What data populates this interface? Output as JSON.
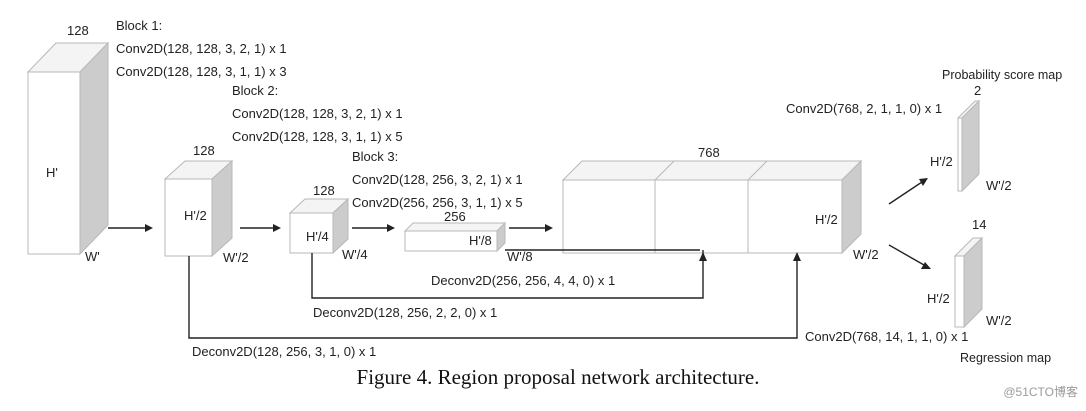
{
  "blocks": {
    "b1": {
      "heading": "Block 1:",
      "line1": "Conv2D(128, 128, 3, 2, 1) x 1",
      "line2": "Conv2D(128, 128, 3, 1, 1) x 3"
    },
    "b2": {
      "heading": "Block 2:",
      "line1": "Conv2D(128, 128, 3, 2, 1) x 1",
      "line2": "Conv2D(128, 128, 3, 1, 1) x 5"
    },
    "b3": {
      "heading": "Block 3:",
      "line1": "Conv2D(128, 256, 3, 2, 1) x 1",
      "line2": "Conv2D(256, 256, 3, 1, 1) x 5"
    }
  },
  "tensors": {
    "input": {
      "channels": "128",
      "height": "H'",
      "width": "W'"
    },
    "t2": {
      "channels": "128",
      "height": "H'/2",
      "width": "W'/2"
    },
    "t4": {
      "channels": "128",
      "height": "H'/4",
      "width": "W'/4"
    },
    "t8": {
      "channels": "256",
      "height": "H'/8",
      "width": "W'/8"
    },
    "concat": {
      "channels": "768",
      "height": "H'/2",
      "width": "W'/2"
    },
    "prob": {
      "channels": "2",
      "height": "H'/2",
      "width": "W'/2",
      "title": "Probability score map"
    },
    "reg": {
      "channels": "14",
      "height": "H'/2",
      "width": "W'/2",
      "title": "Regression map"
    }
  },
  "ops": {
    "deconv_8": "Deconv2D(256, 256, 4, 4, 0) x 1",
    "deconv_4": "Deconv2D(128, 256, 2, 2, 0) x 1",
    "deconv_2": "Deconv2D(128, 256, 3, 1, 0) x 1",
    "conv_prob": "Conv2D(768, 2, 1, 1, 0) x 1",
    "conv_reg": "Conv2D(768, 14, 1, 1, 0) x 1"
  },
  "caption": "Figure 4. Region proposal network architecture.",
  "watermark": "@51CTO博客"
}
